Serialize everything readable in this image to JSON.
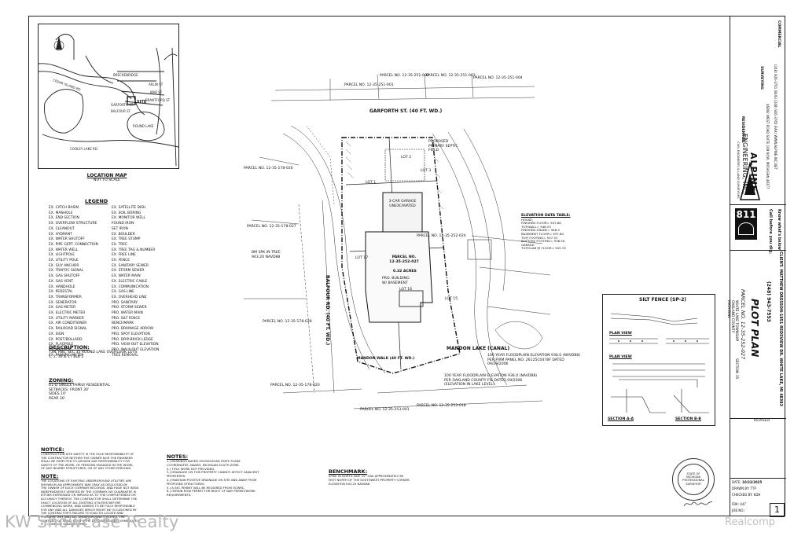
{
  "location_map": {
    "title": "LOCATION MAP",
    "subtitle": "NOT TO SCALE",
    "labels": [
      "CEDAR ISLAND RD",
      "BRECKENRIDGE",
      "ARLIN ST",
      "GARFORTH ST",
      "BALFOUR ST",
      "MAR ST",
      "BRANTFORD ST",
      "ROUND LAKE",
      "COOLEY LAKE RD",
      "SITE"
    ]
  },
  "legend": {
    "title": "LEGEND",
    "left_items": [
      "EX. CATCH BASIN",
      "EX. MANHOLE",
      "EX. END SECTION",
      "EX. OVERFLOW STRUCTURE",
      "EX. CLEANOUT",
      "EX. HYDRANT",
      "EX. WATER SHUTOFF",
      "EX. PIPE GEPT. CONNECTION",
      "EX. WATER WELL",
      "EX. LIGHTPOLE",
      "EX. UTILITY POLE",
      "EX. GUY ANCHOR",
      "EX. TRAFFIC SIGNAL",
      "EX. GAS SHUTOFF",
      "EX. GAS VENT",
      "EX. HANDHOLE",
      "EX. PEDESTAL",
      "EX. TRANSFORMER",
      "EX. GENERATOR",
      "EX. GAS METER",
      "EX. ELECTRIC METER",
      "EX. UTILITY MARKER",
      "EX. AIR CONDITIONER",
      "EX. RAILROAD SIGNAL",
      "EX. SIGN",
      "EX. POST/BOLLARD",
      "EX. FLAGPOLE",
      "EX. MAILBOX",
      "EX. PARKING METER"
    ],
    "right_items": [
      "EX. SATELLITE DISH",
      "EX. SOIL BORING",
      "EX. MONITOR WELL",
      "FOUND IRON",
      "SET IRON",
      "EX. BOULDER",
      "EX. TREE STUMP",
      "EX. TREE",
      "EX. TREE TAG & NUMBER",
      "EX. FREE LINE",
      "EX. FENCE",
      "EX. SANITARY SEWER",
      "EX. STORM SEWER",
      "EX. WATER MAIN",
      "EX. ELECTRIC CABLE",
      "EX. COMMUNICATION",
      "EX. GAS LINE",
      "EX. OVERHEAD LINE",
      "PRO. SANITARY",
      "PRO. STORM SEWER",
      "PRO. WATER MAIN",
      "PRO. SILT FENCE",
      "BENCHMARK",
      "PRO. DRAINAGE ARROW",
      "PRO. SPOT ELEVATION",
      "PRO. DRIP-BRICK LEDGE",
      "PRO. VIEW-OUT ELEVATION",
      "PRO. WALK-OUT ELEVATION",
      "TREE REMOVAL"
    ]
  },
  "description": {
    "heading": "DESCRIPTION:",
    "lines": [
      "T3N, R8E, SEC 35 ROUND LAKE OVERLOOK LOTS",
      "1, 2, 16 & 17 BLK 2"
    ]
  },
  "zoning": {
    "heading": "ZONING:",
    "lines": [
      "R1-D SINGLE FAMILY RESIDENTIAL",
      "SETBACKS: FRONT 30'",
      "SIDES 10'",
      "REAR 30'"
    ]
  },
  "notice_1": {
    "heading": "NOTICE:",
    "lines": [
      "CONSTRUCTION SITE SAFETY IS THE SOLE RESPONSIBILITY OF",
      "THE CONTRACTOR NEITHER THE OWNER NOR THE ENGINEER",
      "SHALL BE EXPECTED TO ASSUME ANY RESPONSIBILITY FOR",
      "SAFETY OF THE WORK, OF PERSONS ENGAGED IN THE WORK,",
      "OF ANY NEARBY STRUCTURES, OR OF ANY OTHER PERSONS."
    ]
  },
  "notice_2": {
    "heading": "NOTE:",
    "lines": [
      "THE LOCATIONS OF EXISTING UNDERGROUND UTILITIES ARE",
      "SHOWN IN AN APPROXIMATE WAY ONLY AS DISCLOSED BY",
      "THE OWNER OF EACH COMPANY RECORDS, AND HAVE NOT BEEN",
      "INDEPENDENTLY VERIFIED BY THE COMPANY. NO GUARANTEE IS",
      "EITHER EXPRESSED OR IMPLIED AS TO THE COMPLETENESS OR",
      "ACCURACY THEREOF. THE CONTRACTOR SHALL DETERMINE THE",
      "EXACT LOCATION OF ALL EXISTING UTILITIES BEFORE",
      "COMMENCING WORK, AND AGREES TO BE FULLY RESPONSIBLE",
      "FOR ANY AND ALL DAMAGES WHICH MIGHT BE OCCASIONED BY",
      "THE CONTRACTOR'S FAILURE TO EXACTLY LOCATE AND",
      "PRESERVE ANY AND ALL UNDERGROUND UTILITIES. THE",
      "CONTRACTOR SHALL NOTIFY THE DESIGN ENGINEER IMMEDIATELY",
      "IF A CONFLICT IS DISCOVERED."
    ]
  },
  "notes": {
    "heading": "NOTES:",
    "lines": [
      "1.) BEARINGS BASED ON MICHIGAN STATE PLANE",
      "COORDINATES, NAD83, MICHIGAN SOUTH ZONE.",
      "2.) TITLE WORK NOT PROVIDED.",
      "3.) DRAINAGE ON THIS PROPERTY CANNOT AFFECT ADJACENT",
      "PROPERTIES.",
      "4.) MAINTAIN POSITIVE DRAINAGE ON SITE AND AWAY FROM",
      "PROPOSED STRUCTURES.",
      "5.) A SEC PERMIT WILL BE REQUIRED FROM OCWRC.",
      "6.) OBTAIN ROW PERMIT FOR RIGHT OF WAY PERMIT/WORK",
      "REQUIREMENTS."
    ]
  },
  "benchmark": {
    "heading": "BENCHMARK:",
    "lines": [
      "SPIKE IN NORTH SIDE 15\" OAK APPROXIMATELY 80",
      "FEET NORTH OF THE SOUTHWEST PROPERTY CORNER.",
      "ELEVATION 943.20 NAVD88"
    ]
  },
  "plan": {
    "street_north": "GARFORTH ST. (40 FT. WD.)",
    "street_west": "BALFOUR RD. (40 FT. WD.)",
    "street_south": "MANDON WALK (40 FT. WD.)",
    "lake": "MANDON LAKE (CANAL)",
    "parcels": [
      "PARCEL NO. 12-35-251-001",
      "PARCEL NO. 12-35-251-002",
      "PARCEL NO. 12-35-251-003",
      "PARCEL NO. 12-35-251-004",
      "PARCEL NO. 12-35-178-026",
      "PARCEL NO. 12-35-178-027",
      "PARCEL NO. 12-35-252-024",
      "PARCEL NO. 12-35-178-028",
      "PARCEL NO. 12-35-178-020",
      "PARCEL NO. 12-35-253-001",
      "PARCEL NO. 12-35-253-018"
    ],
    "subject_parcel": "PARCEL NO. 12-35-252-027",
    "subject_area": "0.32 ACRES",
    "garage_label": "3-CAR GARAGE UNEXCAVATED",
    "building_label": "PRO. BUILDING W/ BASEMENT",
    "lots": [
      "LOT 1",
      "LOT 2",
      "LOT 16",
      "LOT 17",
      "LOT 3",
      "LOT 15"
    ],
    "septic": "PROPOSED PRIMARY SEPTIC FIELD",
    "bm_note": "BM SPK IN TREE 943.20 NAVD88",
    "flood_1": "100 YEAR FLOODPLAIN ELEVATION 936.0 (NAVD88) PER FIRM PANEL NO. 26125C0478F DATED 09/29/2006",
    "flood_2": "100 YEAR FLOODPLAIN ELEVATION 936.0 (NAVD88) PER OAKLAND COUNTY FIS DATED 09/2006 (ELEVATION IN LAKE LEVEL)"
  },
  "elevation_table": {
    "title": "ELEVATION DATA TABLE:",
    "rows": [
      "HOUSE:",
      "FINISHED FLOOR= 947.80",
      "TOP/WALL= 946.53",
      "FINISHED GRADE= 946.5",
      "BASEMENT FLOOR= 937.80",
      "TOP/ FOOTING= 937.33",
      "BOTTOM/ FOOTING= 936.50",
      "GARAGE:",
      "TOP/SLAB @ FLOOR= 943.33"
    ]
  },
  "silt_fence": {
    "title": "SILT FENCE (SP-2)",
    "plan_view_1": "PLAN VIEW",
    "plan_view_2": "PLAN VIEW",
    "section_a": "SECTION A-A",
    "section_b": "SECTION B-B"
  },
  "title_block": {
    "company": "ALPINE",
    "company_2": "ENGINEERING, INC.",
    "tagline": "CIVIL ENGINEERS & LAND SURVEYORS",
    "residential": "RESIDENTIAL",
    "surveying": "SURVEYING",
    "commercial": "COMMERCIAL",
    "address": "46892 WEST ROAD SUITE 109 NOVI, MICHIGAN 48377",
    "phone": "(248) 926-3701 (BUS) (248) 926-3765 (FAX) WWW.ALPINE-INC.NET",
    "call811_1": "Know what's below.",
    "call811_2": "Call before you dig.",
    "client": "CLIENT: MATTHEW DRESSON-1851 REDSVIEW DR. WHITE LAKE, MI 48383",
    "client_phone": "(248) 943-7553",
    "sheet_title": "PLOT PLAN",
    "parcel": "PARCEL NO. 12-35-252-027",
    "township": "WHITE LAKE TOWNSHIP OAKLAND COUNTY MICHIGAN",
    "section": "SECTION 35",
    "revised": "REVISED",
    "date_label": "DATE:",
    "date": "10/23/2025",
    "drawn_label": "DRAWN BY:",
    "drawn": "TTP",
    "checked_label": "CHECKED BY:",
    "checked": "KDH",
    "fbk_label": "FBK:",
    "fbk": "447",
    "job_label": "JOB NO.:",
    "sheet_no": "1",
    "seal": "STATE OF MICHIGAN PROFESSIONAL SURVEYOR"
  },
  "watermark_left": "KW Showcase Realty",
  "watermark_right": "Realcomp"
}
